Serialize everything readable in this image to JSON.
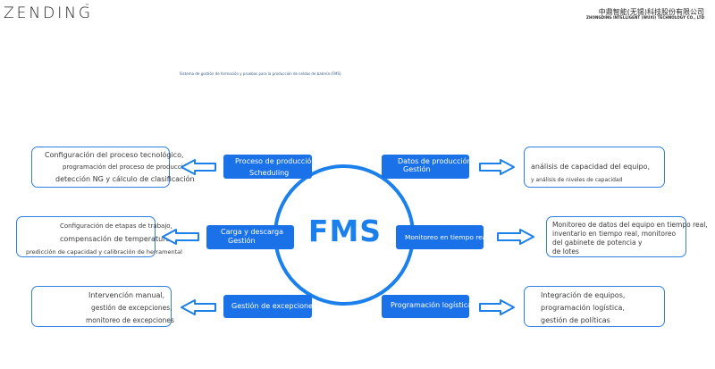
{
  "header": {
    "logo": "ZENDING",
    "logo_tm": "™",
    "company_cn": "中鼎智能(无锡)科技股份有限公司",
    "company_en": "ZHONGDING INTELLIGENT (WUXI) TECHNOLOGY CO., LTD"
  },
  "subtitle": "Sistema de gestión de formación y pruebas para la producción de celdas de batería (FMS)",
  "center": {
    "label": "FMS"
  },
  "colors": {
    "primary": "#1b72e8",
    "accent": "#1b80ec",
    "text": "#3a3a3a"
  },
  "modules": {
    "proceso": {
      "line1": "Proceso de producción",
      "line2": "Scheduling"
    },
    "carga": {
      "line1": "Carga y descarga",
      "line2": "Gestión"
    },
    "excepciones": {
      "line1": "Gestión de excepciones"
    },
    "datos": {
      "line1": "Datos de producción",
      "line2": "Gestión"
    },
    "monitoreo": {
      "line1": "Monitoreo en tiempo real"
    },
    "logistica": {
      "line1": "Programación logística"
    }
  },
  "details": {
    "proceso": [
      "Configuración del proceso tecnológico,",
      "programación del proceso de producción,",
      "detección NG y cálculo de clasificación"
    ],
    "carga": [
      "Configuración de etapas de trabajo,",
      "compensación de temperatura,",
      "predicción de capacidad y calibración de herramental"
    ],
    "excepciones": [
      "Intervención manual,",
      "gestión de excepciones,",
      "monitoreo de excepciones"
    ],
    "datos": [
      "análisis de capacidad del equipo,",
      "y análisis de niveles de capacidad"
    ],
    "monitoreo": [
      "Monitoreo de datos del equipo en tiempo real,",
      "inventario en tiempo real, monitoreo",
      "del gabinete de potencia y",
      "de lotes"
    ],
    "logistica": [
      "Integración de equipos,",
      "programación logística,",
      "gestión de políticas"
    ]
  },
  "icons": {
    "arrow_left": "arrow-left-icon",
    "arrow_right": "arrow-right-icon"
  }
}
